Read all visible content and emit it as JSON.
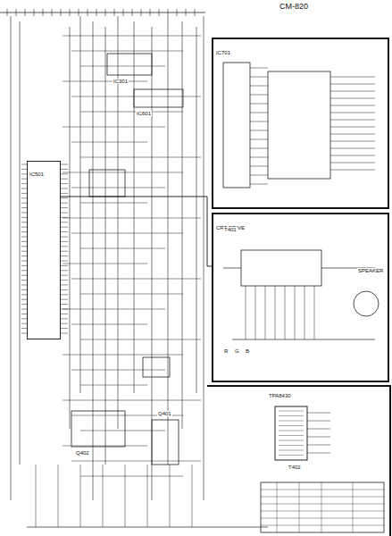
{
  "diagram": {
    "title": "CM-820",
    "nodes": [
      {
        "text": [
          "IC701"
        ]
      },
      {
        "text": [
          "CRT DRIVE"
        ]
      },
      {
        "text": [
          "IC501"
        ]
      }
    ],
    "edges": [
      {
        "from": 2,
        "to": 1,
        "arrow": "none"
      }
    ],
    "labels": [
      "T402",
      "TPA8430",
      "IC301",
      "IC601",
      "Q401",
      "Q402",
      "SPEAKER",
      "R",
      "G",
      "B",
      "T401"
    ]
  }
}
